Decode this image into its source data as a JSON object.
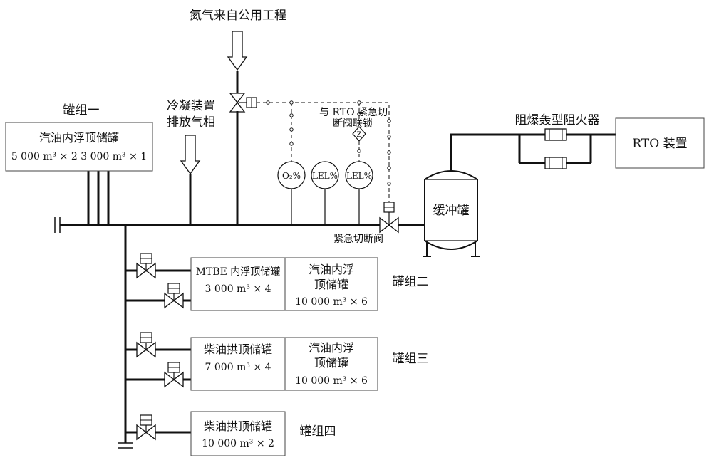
{
  "nitrogen_source": "氮气来自公用工程",
  "condenser_vent": {
    "line1": "冷凝装置",
    "line2": "排放气相"
  },
  "tank_group_1": {
    "label": "罐组一",
    "tank_name": "汽油内浮顶储罐",
    "capacity": "5 000 m³ × 2  3 000 m³ × 1"
  },
  "interlock_note": {
    "line1": "与 RTO 紧急切",
    "line2": "断阀联锁"
  },
  "analyzers": {
    "o2": "O₂%",
    "lel1": "LEL%",
    "lel2": "LEL%",
    "z": "Z"
  },
  "emergency_valve": "紧急切断阀",
  "buffer_tank": "缓冲罐",
  "flame_arrester": "阻爆轰型阻火器",
  "rto_unit": "RTO 装置",
  "tank_group_2": {
    "label": "罐组二",
    "left_name": "MTBE 内浮顶储罐",
    "left_capacity": "3 000 m³ × 4",
    "right_name_1": "汽油内浮",
    "right_name_2": "顶储罐",
    "right_capacity": "10 000 m³ × 6"
  },
  "tank_group_3": {
    "label": "罐组三",
    "left_name": "柴油拱顶储罐",
    "left_capacity": "7 000 m³ × 4",
    "right_name_1": "汽油内浮",
    "right_name_2": "顶储罐",
    "right_capacity": "10 000 m³ × 6"
  },
  "tank_group_4": {
    "label": "罐组四",
    "name": "柴油拱顶储罐",
    "capacity": "10 000 m³ × 2"
  }
}
